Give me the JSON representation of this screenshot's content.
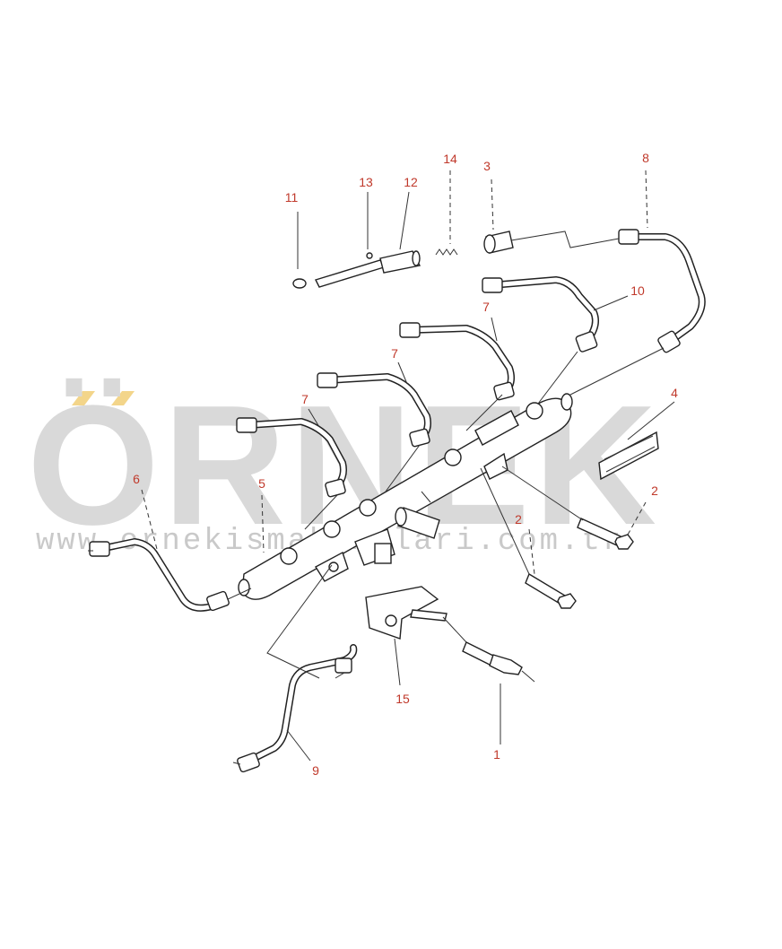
{
  "watermark": {
    "brand": "ÖRNEK",
    "url": "www.ornekismakinalari.com.tr",
    "accent_color": "#f3d58a"
  },
  "callouts": [
    {
      "id": "c1",
      "label": "1"
    },
    {
      "id": "c2a",
      "label": "2"
    },
    {
      "id": "c2b",
      "label": "2"
    },
    {
      "id": "c3",
      "label": "3"
    },
    {
      "id": "c4",
      "label": "4"
    },
    {
      "id": "c5",
      "label": "5"
    },
    {
      "id": "c6",
      "label": "6"
    },
    {
      "id": "c7a",
      "label": "7"
    },
    {
      "id": "c7b",
      "label": "7"
    },
    {
      "id": "c7c",
      "label": "7"
    },
    {
      "id": "c8",
      "label": "8"
    },
    {
      "id": "c9",
      "label": "9"
    },
    {
      "id": "c10",
      "label": "10"
    },
    {
      "id": "c11",
      "label": "11"
    },
    {
      "id": "c12",
      "label": "12"
    },
    {
      "id": "c13",
      "label": "13"
    },
    {
      "id": "c14",
      "label": "14"
    },
    {
      "id": "c15",
      "label": "15"
    }
  ],
  "colors": {
    "callout_text": "#c0392b",
    "line_art": "#222222",
    "watermark": "#d9d9d9"
  }
}
